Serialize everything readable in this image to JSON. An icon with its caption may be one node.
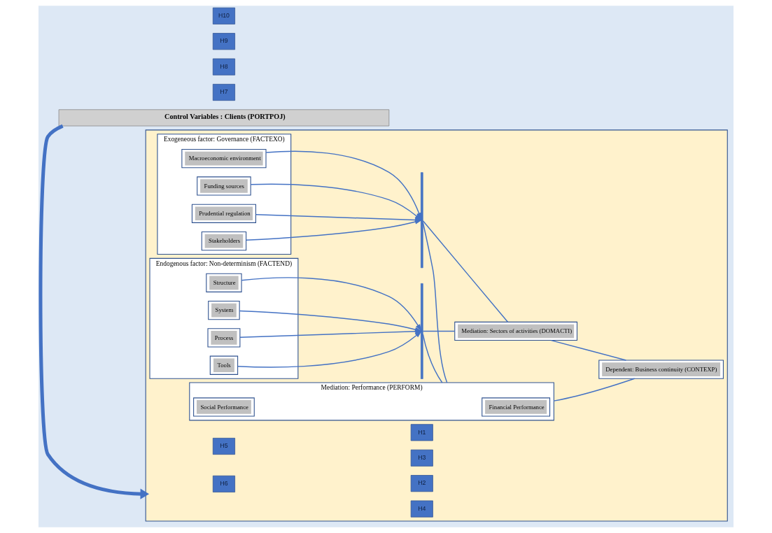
{
  "diagram": {
    "nodes": [
      {
        "text": [],
        "shape": "box"
      },
      {
        "text": [
          "Exogeneous factor: Governance (FACTEXO)"
        ],
        "in": 0
      },
      {
        "text": [
          "Macroeconomic environment"
        ],
        "in": 1
      },
      {
        "text": [
          "Funding sources"
        ],
        "in": 1
      },
      {
        "text": [
          "Prudential regulation"
        ],
        "in": 1
      },
      {
        "text": [
          "Stakeholders"
        ],
        "in": 1
      },
      {
        "text": [
          "Endogenous factor: Non-determinism (FACTEND)"
        ],
        "in": 0
      },
      {
        "text": [
          "Structure"
        ],
        "in": 6
      },
      {
        "text": [
          "System"
        ],
        "in": 6
      },
      {
        "text": [
          "Process"
        ],
        "in": 6
      },
      {
        "text": [
          "Tools"
        ],
        "in": 6
      },
      {
        "text": [],
        "shape": "bar",
        "in": 0
      },
      {
        "text": [],
        "shape": "bar",
        "in": 0
      },
      {
        "text": [
          "Mediation: Performance (PERFORM)"
        ],
        "in": 0
      },
      {
        "text": [
          "Financial Performance"
        ],
        "in": 13
      },
      {
        "text": [
          "Social Performance"
        ],
        "in": 13
      },
      {
        "text": [
          "Mediation: Sectors of activities (DOMACTI)"
        ],
        "in": 0
      },
      {
        "text": [
          "Dependent: Business continuity (CONTEXP)"
        ],
        "in": 0
      },
      {
        "text": [
          "Control Variables : Clients (PORTPOJ)"
        ]
      },
      {
        "text": [
          "H1"
        ],
        "in": 0
      },
      {
        "text": [
          "H3"
        ],
        "in": 0
      },
      {
        "text": [
          "H2"
        ],
        "in": 0
      },
      {
        "text": [
          "H4"
        ],
        "in": 0
      },
      {
        "text": [
          "H5"
        ],
        "in": 0
      },
      {
        "text": [
          "H6"
        ],
        "in": 0
      },
      {
        "text": [
          "H7"
        ]
      },
      {
        "text": [
          "H8"
        ]
      },
      {
        "text": [
          "H9"
        ]
      },
      {
        "text": [
          "H10"
        ]
      }
    ],
    "edges": [
      {
        "from": 2,
        "to": 11,
        "arrow": "to"
      },
      {
        "from": 3,
        "to": 11,
        "arrow": "to"
      },
      {
        "from": 4,
        "to": 11,
        "arrow": "to"
      },
      {
        "from": 5,
        "to": 11,
        "arrow": "to"
      },
      {
        "from": 7,
        "to": 12,
        "arrow": "to"
      },
      {
        "from": 8,
        "to": 12,
        "arrow": "to"
      },
      {
        "from": 9,
        "to": 12,
        "arrow": "to"
      },
      {
        "from": 10,
        "to": 12,
        "arrow": "to"
      },
      {
        "from": 11,
        "to": 13,
        "arrow": "none"
      },
      {
        "from": 11,
        "to": 16,
        "arrow": "none"
      },
      {
        "from": 12,
        "to": 13,
        "arrow": "none"
      },
      {
        "from": 12,
        "to": 16,
        "arrow": "none"
      },
      {
        "from": 13,
        "to": 17,
        "arrow": "none"
      },
      {
        "from": 16,
        "to": 17,
        "arrow": "none"
      },
      {
        "from": 18,
        "to": 0,
        "arrow": "to",
        "style": "thick"
      }
    ]
  }
}
